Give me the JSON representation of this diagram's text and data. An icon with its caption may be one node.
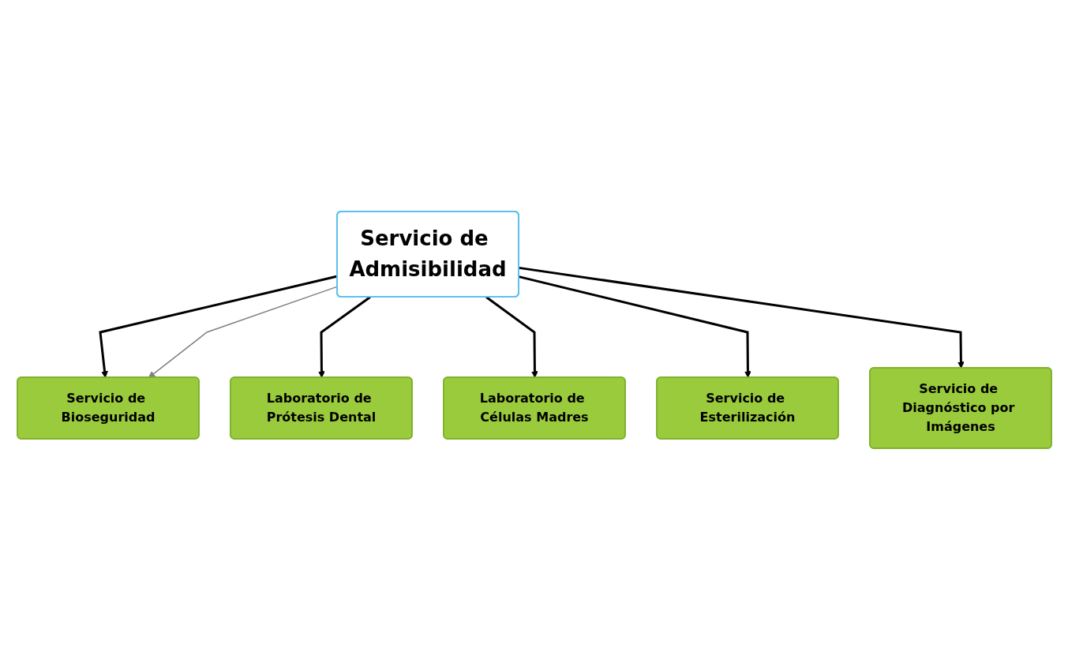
{
  "diagram": {
    "nodes": [
      {
        "text": [
          "Servicio de Admisibilidad"
        ]
      },
      {
        "text": [
          "Servicio de Bioseguridad"
        ]
      },
      {
        "text": [
          "Laboratorio de Prótesis Dental"
        ]
      },
      {
        "text": [
          "Laboratorio de Células Madres"
        ]
      },
      {
        "text": [
          "Servicio de Esterilización"
        ]
      },
      {
        "text": [
          "Servicio de Diagnóstico por Imágenes"
        ]
      }
    ],
    "edges": [
      {
        "from": 0,
        "to": 1,
        "arrow": "to"
      },
      {
        "from": 0,
        "to": 1,
        "arrow": "to",
        "color": "#808080"
      },
      {
        "from": 0,
        "to": 2,
        "arrow": "to"
      },
      {
        "from": 0,
        "to": 3,
        "arrow": "to"
      },
      {
        "from": 0,
        "to": 4,
        "arrow": "to"
      },
      {
        "from": 0,
        "to": 5,
        "arrow": "to"
      }
    ]
  }
}
